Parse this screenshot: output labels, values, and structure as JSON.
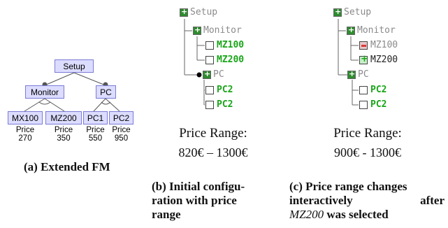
{
  "panel_a": {
    "root": "Setup",
    "groups": [
      "Monitor",
      "PC"
    ],
    "leaves": [
      {
        "name": "MX100",
        "price_label": "Price",
        "price": "270"
      },
      {
        "name": "MZ200",
        "price_label": "Price",
        "price": "350"
      },
      {
        "name": "PC1",
        "price_label": "Price",
        "price": "550"
      },
      {
        "name": "PC2",
        "price_label": "Price",
        "price": "950"
      }
    ],
    "caption": "(a) Extended FM"
  },
  "panel_b": {
    "tree": {
      "root": "Setup",
      "monitor": "Monitor",
      "mz100": "MZ100",
      "mz200": "MZ200",
      "pc": "PC",
      "pc2_a": "PC2",
      "pc2_b": "PC2"
    },
    "price_title": "Price Range:",
    "price_range": "820€ – 1300€",
    "caption_lines": [
      "(b) Initial configu-",
      "ration with price",
      "range"
    ]
  },
  "panel_c": {
    "tree": {
      "root": "Setup",
      "monitor": "Monitor",
      "mz100": "MZ100",
      "mz200": "MZ200",
      "pc": "PC",
      "pc2_a": "PC2",
      "pc2_b": "PC2"
    },
    "price_title": "Price Range:",
    "price_range": "900€ - 1300€",
    "caption_line1": "(c) Price range changes",
    "caption_line2_left": "interactively",
    "caption_line2_right": "after",
    "caption_line3_math": "MZ200",
    "caption_line3_rest": " was selected"
  },
  "colors": {
    "node_fill": "#dcdcff",
    "node_border": "#7b7bd6",
    "selected_green": "#1aa51a",
    "deselected_red": "#d63b3b"
  }
}
